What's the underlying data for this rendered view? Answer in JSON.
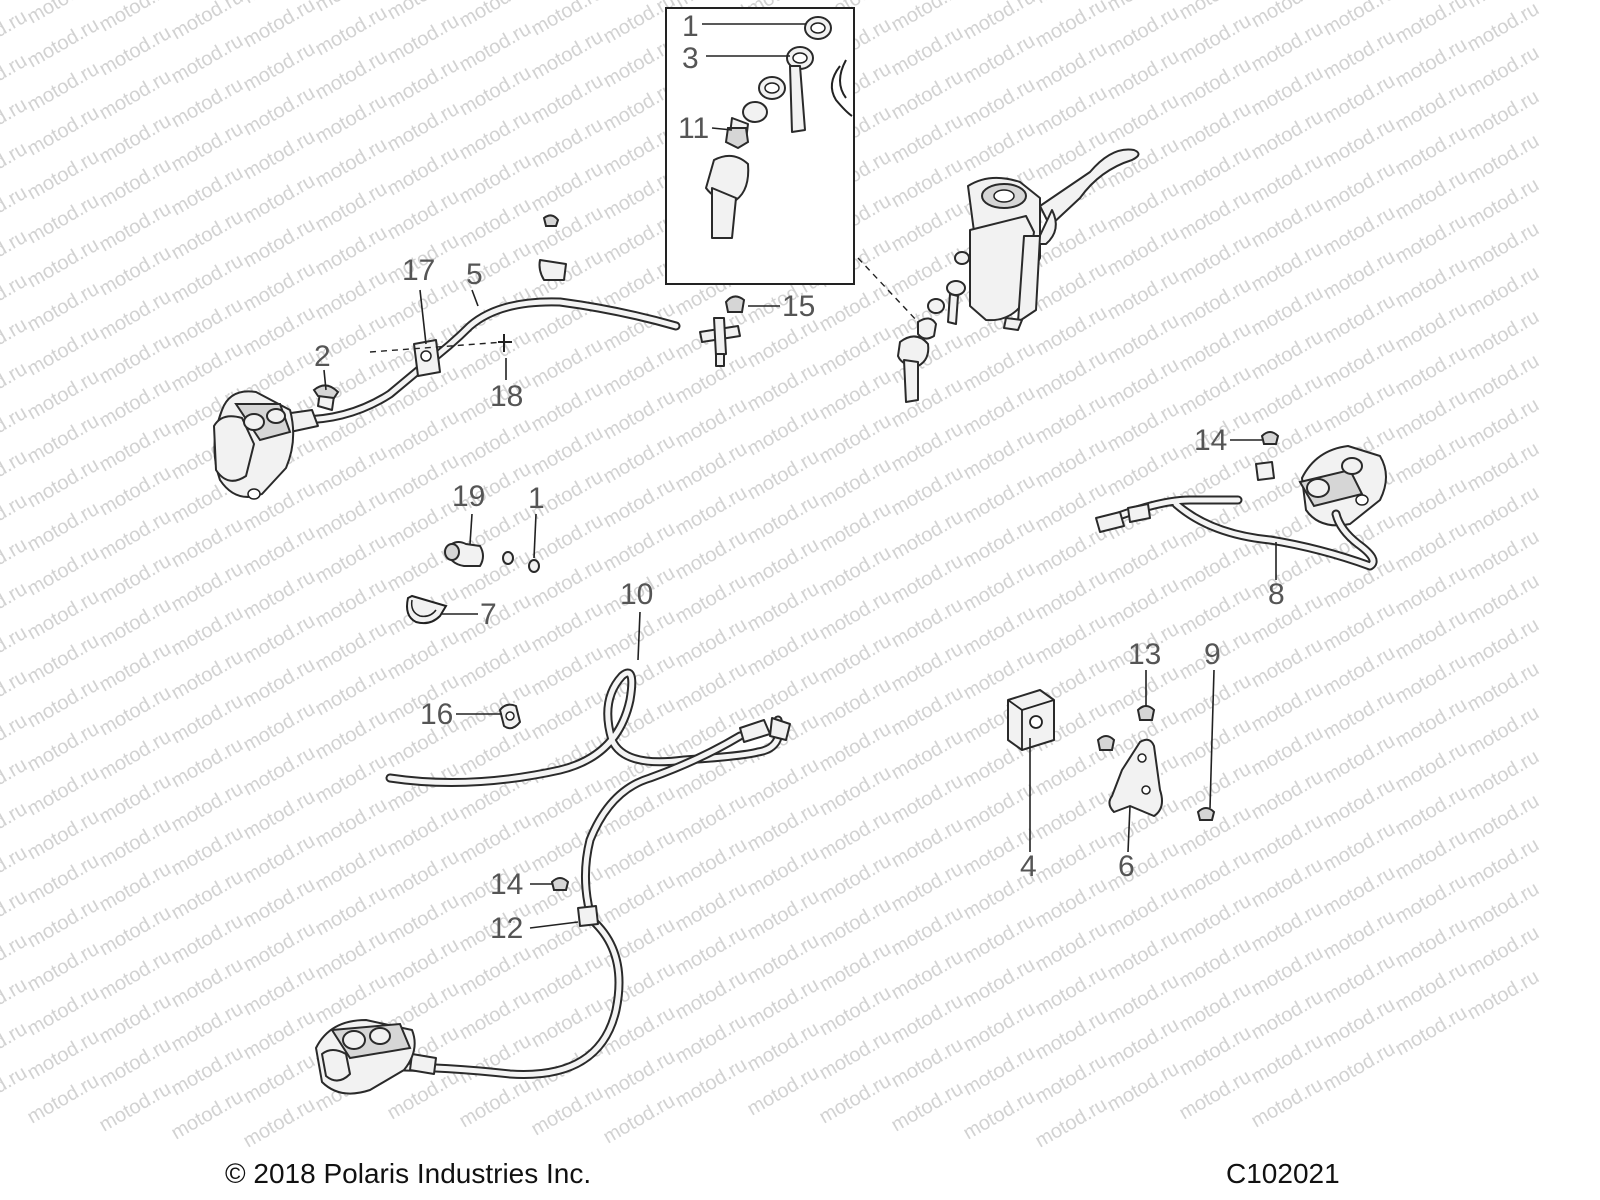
{
  "watermark": "motod.ru",
  "labels": {
    "l1a": "1",
    "l3": "3",
    "l11": "11",
    "l15": "15",
    "l17": "17",
    "l5": "5",
    "l2": "2",
    "l18": "18",
    "l19": "19",
    "l1b": "1",
    "l7": "7",
    "l10": "10",
    "l16": "16",
    "l14a": "14",
    "l12": "12",
    "l14b": "14",
    "l8": "8",
    "l13": "13",
    "l9": "9",
    "l4": "4",
    "l6": "6"
  },
  "footer": {
    "copyright": "© 2018 Polaris Industries Inc.",
    "code": "C102021"
  }
}
